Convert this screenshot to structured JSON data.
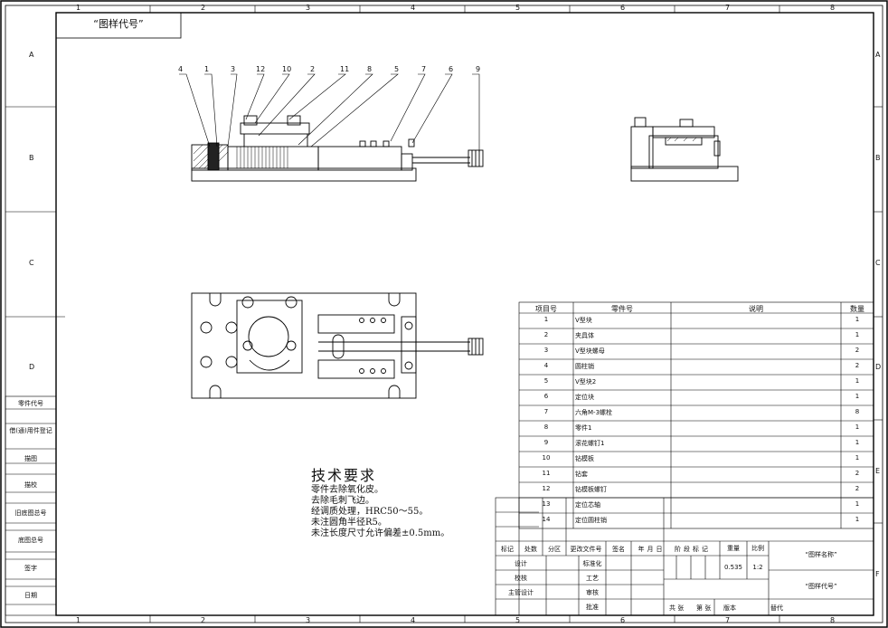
{
  "drawing": {
    "title_box": "“图样代号”",
    "zone_columns": [
      "1",
      "2",
      "3",
      "4",
      "5",
      "6",
      "7",
      "8"
    ],
    "zone_rows": [
      "A",
      "B",
      "C",
      "D",
      "E",
      "F"
    ]
  },
  "left_strip": [
    "零件代号",
    "借(通)用件登记",
    "描图",
    "描校",
    "旧底图总号",
    "底图总号",
    "签字",
    "日期"
  ],
  "balloons": [
    "4",
    "1",
    "3",
    "12",
    "10",
    "2",
    "11",
    "8",
    "5",
    "7",
    "6",
    "9"
  ],
  "tech_requirements": {
    "title": "技术要求",
    "lines": [
      "零件去除氧化皮。",
      "去除毛刺飞边。",
      "经调质处理，HRC50～55。",
      "未注圆角半径R5。",
      "未注长度尺寸允许偏差±0.5mm。"
    ]
  },
  "bom": {
    "headers": [
      "项目号",
      "零件号",
      "说明",
      "数量"
    ],
    "rows": [
      [
        "1",
        "V型块",
        "",
        "1"
      ],
      [
        "2",
        "夹具体",
        "",
        "1"
      ],
      [
        "3",
        "V型块螺母",
        "",
        "2"
      ],
      [
        "4",
        "圆柱销",
        "",
        "2"
      ],
      [
        "5",
        "V型块2",
        "",
        "1"
      ],
      [
        "6",
        "定位块",
        "",
        "1"
      ],
      [
        "7",
        "六角M-3螺栓",
        "",
        "8"
      ],
      [
        "8",
        "零件1",
        "",
        "1"
      ],
      [
        "9",
        "滚花螺钉1",
        "",
        "1"
      ],
      [
        "10",
        "钻模板",
        "",
        "1"
      ],
      [
        "11",
        "钻套",
        "",
        "2"
      ],
      [
        "12",
        "钻模板螺钉",
        "",
        "2"
      ],
      [
        "13",
        "定位芯轴",
        "",
        "1"
      ],
      [
        "14",
        "定位圆柱销",
        "",
        "1"
      ]
    ]
  },
  "title_block": {
    "rev_headers": [
      "标记",
      "处数",
      "分区",
      "更改文件号",
      "签名",
      "年",
      "月",
      "日"
    ],
    "roles": [
      {
        "role": "设计",
        "std": "标准化"
      },
      {
        "role": "校核",
        "std": "工艺"
      },
      {
        "role": "主管设计",
        "std": "审核"
      },
      {
        "role": "",
        "std": "批准"
      }
    ],
    "stage_label": "阶段标记",
    "weight_label": "重量",
    "scale_label": "比例",
    "weight_value": "0.535",
    "scale_value": "1:2",
    "drawing_name": "“图样名称”",
    "drawing_code": "“图样代号”",
    "sheets_total": "共 张",
    "sheet_no": "第 张",
    "version_label": "版本",
    "replace_label": "替代"
  }
}
